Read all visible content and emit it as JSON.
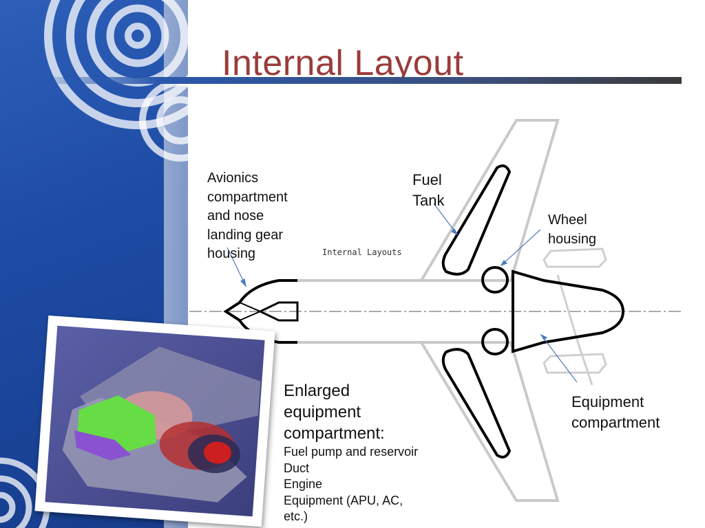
{
  "slide": {
    "title": "Internal Layout"
  },
  "drawing": {
    "caption": "Internal Layouts"
  },
  "labels": {
    "avionics": [
      "Avionics",
      "compartment",
      "and nose",
      "landing gear",
      "housing"
    ],
    "fuel_tank": [
      "Fuel",
      "Tank"
    ],
    "wheel_housing": [
      "Wheel",
      "housing"
    ],
    "equipment": [
      "Equipment",
      "compartment"
    ],
    "enlarged": [
      "Enlarged",
      "equipment",
      "compartment:"
    ],
    "enlarged_items": [
      "Fuel pump and reservoir",
      "Duct",
      "Engine",
      "Equipment (APU, AC,",
      "etc.)"
    ]
  },
  "colors": {
    "title": "#9b3b3b",
    "sidebar": "#1d4aa3",
    "leader_line": "#4a7bc0"
  }
}
